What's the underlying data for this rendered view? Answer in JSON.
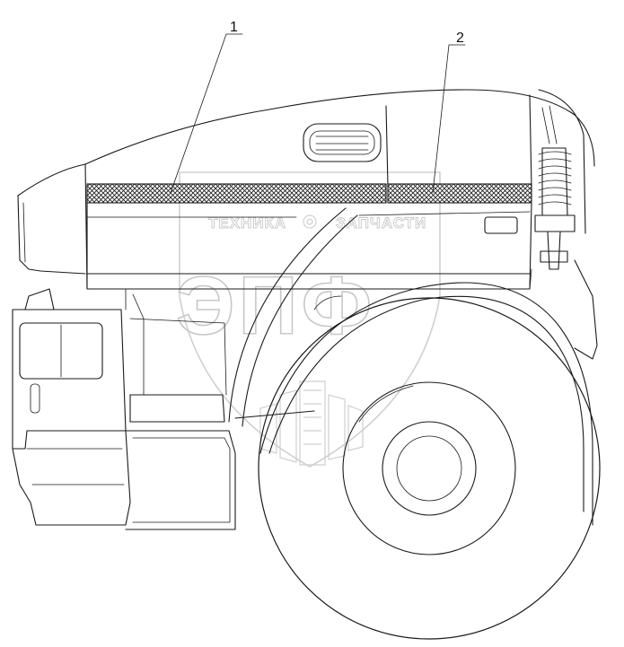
{
  "callouts": [
    {
      "id": "1",
      "label": "1"
    },
    {
      "id": "2",
      "label": "2"
    }
  ],
  "watermark": {
    "line1_left": "ТЕХНИКА",
    "line1_right": "ЗАПЧАСТИ",
    "logo": "ЭПФ"
  },
  "colors": {
    "line": "#1a1a1a",
    "watermark": "#c8c8c8",
    "background": "#ffffff"
  }
}
